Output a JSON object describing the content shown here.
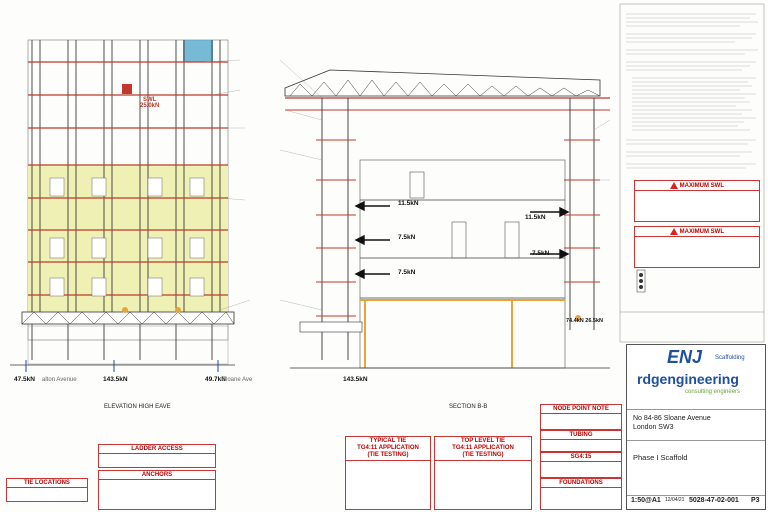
{
  "drawings": {
    "elevation": {
      "title": "ELEVATION HIGH EAVE",
      "swl_label": "SWL",
      "swl_value": "25.0kN",
      "loads": [
        "47.5kN",
        "143.5kN",
        "49.7kN"
      ],
      "street_labels": [
        "alton Avenue",
        "Sloane Ave"
      ]
    },
    "section": {
      "title": "SECTION B-B",
      "tie_loads": [
        "11.5kN",
        "7.5kN",
        "7.5kN",
        "11.5kN",
        "7.5kN"
      ],
      "base_load": "143.5kN",
      "corner_load": "74.4kN  26.5kN"
    }
  },
  "notes": {
    "ladder_access": "LADDER ACCESS",
    "anchors": "ANCHORS",
    "tie_locations": "TIE LOCATIONS",
    "typical_tie": {
      "title": "TYPICAL TIE",
      "subtitle": "TG4:11 APPLICATION",
      "note": "(TIE TESTING)"
    },
    "top_level_tie": {
      "title": "TOP LEVEL TIE",
      "subtitle": "TG4:11 APPLICATION",
      "note": "(TIE TESTING)"
    },
    "node_point_note": "NODE POINT NOTE",
    "tubing": "TUBING",
    "sg4": "SG4:15",
    "foundations": "FOUNDATIONS",
    "maximum_swl_1": "MAXIMUM SWL",
    "maximum_swl_2": "MAXIMUM SWL"
  },
  "title_block": {
    "company": "ENJ",
    "company_sub": "Scaffolding",
    "engineer": "rdgengineering",
    "engineer_sub": "consulting engineers",
    "project_line1": "No 84-86 Sloane Avenue",
    "project_line2": "London SW3",
    "drawing_title": "Phase I Scaffold",
    "scale": "1:50@A1",
    "date": "12/04/21",
    "drawing_no": "5028-47-02-001",
    "revision": "P3"
  },
  "colors": {
    "scaffold_red": "#c0392b",
    "facade_yellow": "#eef0b4",
    "node_orange": "#e8a33b",
    "hatch_blue": "#4aa3c9",
    "brand_blue": "#1f4fa0",
    "engineer_green": "#6aa33a"
  }
}
